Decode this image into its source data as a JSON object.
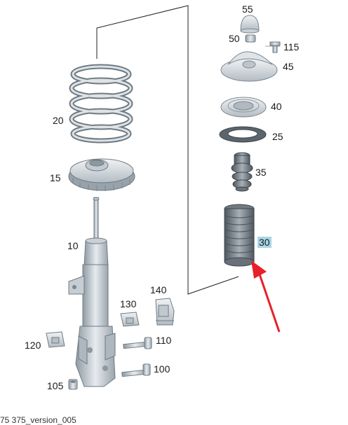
{
  "parts": [
    {
      "id": "p55",
      "label": "55",
      "name": "top-cap"
    },
    {
      "id": "p50",
      "label": "50",
      "name": "nut"
    },
    {
      "id": "p115",
      "label": "115",
      "name": "screw"
    },
    {
      "id": "p45",
      "label": "45",
      "name": "strut-mount"
    },
    {
      "id": "p40",
      "label": "40",
      "name": "bearing"
    },
    {
      "id": "p25",
      "label": "25",
      "name": "seal-ring"
    },
    {
      "id": "p35",
      "label": "35",
      "name": "bump-stop"
    },
    {
      "id": "p30",
      "label": "30",
      "name": "dust-boot",
      "highlighted": true
    },
    {
      "id": "p20",
      "label": "20",
      "name": "coil-spring"
    },
    {
      "id": "p15",
      "label": "15",
      "name": "spring-seat"
    },
    {
      "id": "p10",
      "label": "10",
      "name": "shock-absorber"
    },
    {
      "id": "p140",
      "label": "140",
      "name": "bracket"
    },
    {
      "id": "p130",
      "label": "130",
      "name": "clip"
    },
    {
      "id": "p120",
      "label": "120",
      "name": "clip"
    },
    {
      "id": "p110",
      "label": "110",
      "name": "bolt"
    },
    {
      "id": "p100",
      "label": "100",
      "name": "bolt"
    },
    {
      "id": "p105",
      "label": "105",
      "name": "nut"
    }
  ],
  "highlight_color": "#a9d6e6",
  "arrow_color": "#e8202a",
  "footer": "75 375_version_005"
}
